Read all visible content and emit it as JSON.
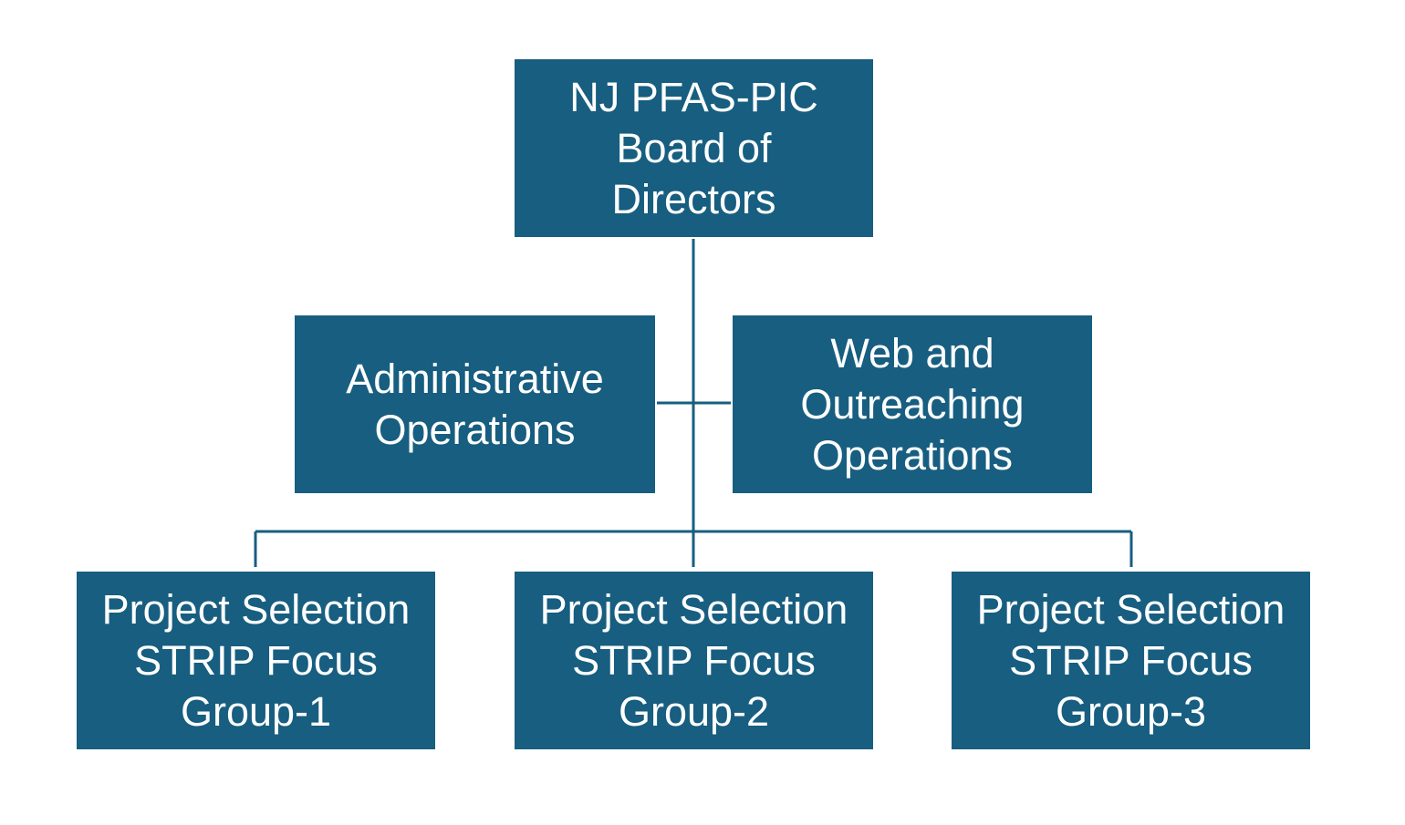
{
  "colors": {
    "box_fill": "#175e80",
    "connector": "#175e80",
    "text": "#ffffff",
    "background": "#ffffff"
  },
  "board": {
    "label": "NJ PFAS-PIC\nBoard of\nDirectors"
  },
  "admin": {
    "label": "Administrative\nOperations"
  },
  "web": {
    "label": "Web and\nOutreaching\nOperations"
  },
  "groups": [
    {
      "label": "Project Selection\nSTRIP Focus\nGroup-1"
    },
    {
      "label": "Project Selection\nSTRIP Focus\nGroup-2"
    },
    {
      "label": "Project Selection\nSTRIP Focus\nGroup-3"
    }
  ]
}
